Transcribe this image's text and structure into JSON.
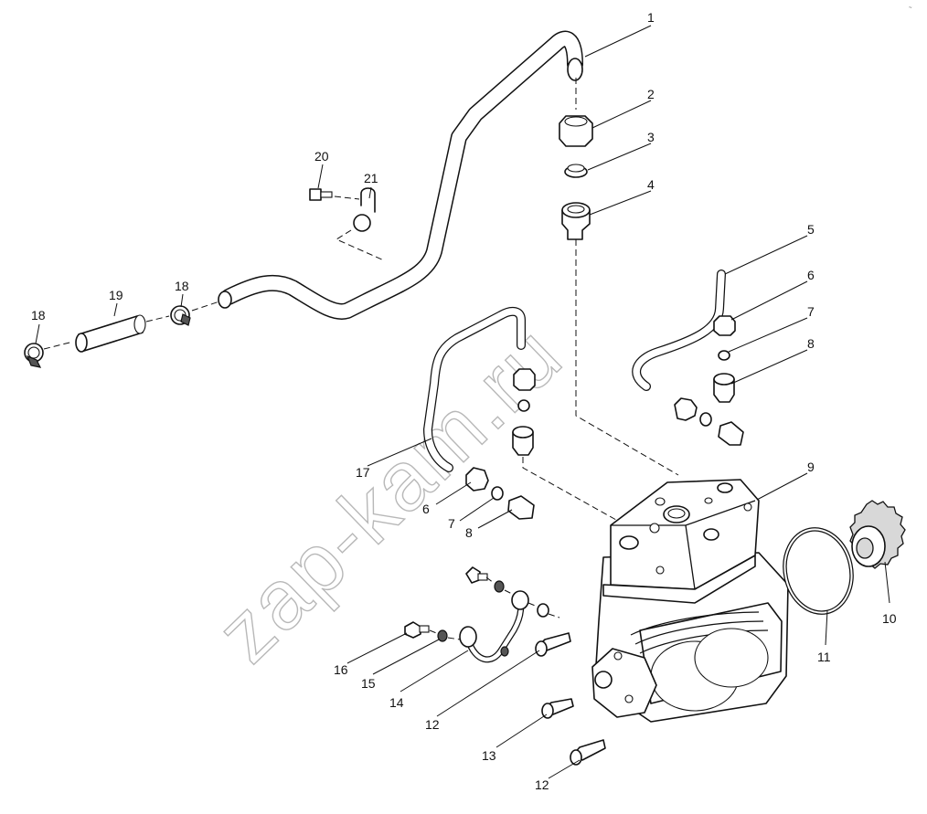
{
  "watermark": "zap-kam.ru",
  "corner_mark": "~",
  "callouts": [
    {
      "id": "c1",
      "label": "1"
    },
    {
      "id": "c2",
      "label": "2"
    },
    {
      "id": "c3",
      "label": "3"
    },
    {
      "id": "c4",
      "label": "4"
    },
    {
      "id": "c5",
      "label": "5"
    },
    {
      "id": "c6a",
      "label": "6"
    },
    {
      "id": "c7a",
      "label": "7"
    },
    {
      "id": "c8a",
      "label": "8"
    },
    {
      "id": "c9",
      "label": "9"
    },
    {
      "id": "c10",
      "label": "10"
    },
    {
      "id": "c11",
      "label": "11"
    },
    {
      "id": "c12a",
      "label": "12"
    },
    {
      "id": "c12b",
      "label": "12"
    },
    {
      "id": "c13",
      "label": "13"
    },
    {
      "id": "c14",
      "label": "14"
    },
    {
      "id": "c15",
      "label": "15"
    },
    {
      "id": "c16",
      "label": "16"
    },
    {
      "id": "c17",
      "label": "17"
    },
    {
      "id": "c18a",
      "label": "18"
    },
    {
      "id": "c18b",
      "label": "18"
    },
    {
      "id": "c19",
      "label": "19"
    },
    {
      "id": "c20",
      "label": "20"
    },
    {
      "id": "c21",
      "label": "21"
    },
    {
      "id": "c6b",
      "label": "6"
    },
    {
      "id": "c7b",
      "label": "7"
    },
    {
      "id": "c8b",
      "label": "8"
    }
  ]
}
